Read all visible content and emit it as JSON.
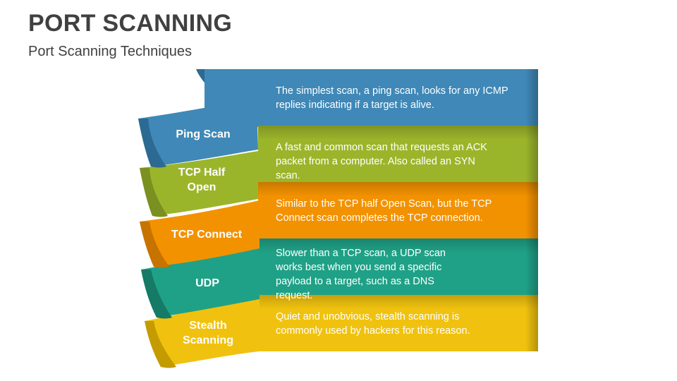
{
  "header": {
    "title": "PORT SCANNING",
    "subtitle": "Port Scanning Techniques"
  },
  "techniques": [
    {
      "label": "Ping Scan",
      "description": "The simplest scan, a ping scan, looks for any ICMP replies indicating if a target is alive.",
      "color": "#3F88B7",
      "dark_color": "#2C6A93"
    },
    {
      "label": "TCP Half Open",
      "description": "A fast and common scan that requests an ACK packet from a computer. Also called an SYN scan.",
      "color": "#9BB52B",
      "dark_color": "#7A9020"
    },
    {
      "label": "TCP Connect",
      "description": "Similar to the TCP half Open Scan, but the TCP Connect scan completes the TCP connection.",
      "color": "#F39200",
      "dark_color": "#C77300"
    },
    {
      "label": "UDP",
      "description": "Slower than a TCP scan, a UDP scan works best when you send a specific payload to a target, such as a DNS request.",
      "color": "#1FA187",
      "dark_color": "#157A66"
    },
    {
      "label": "Stealth Scanning",
      "description": "Quiet and unobvious, stealth scanning is commonly used by hackers for this reason.",
      "color": "#F0C20F",
      "dark_color": "#C49B00"
    }
  ]
}
